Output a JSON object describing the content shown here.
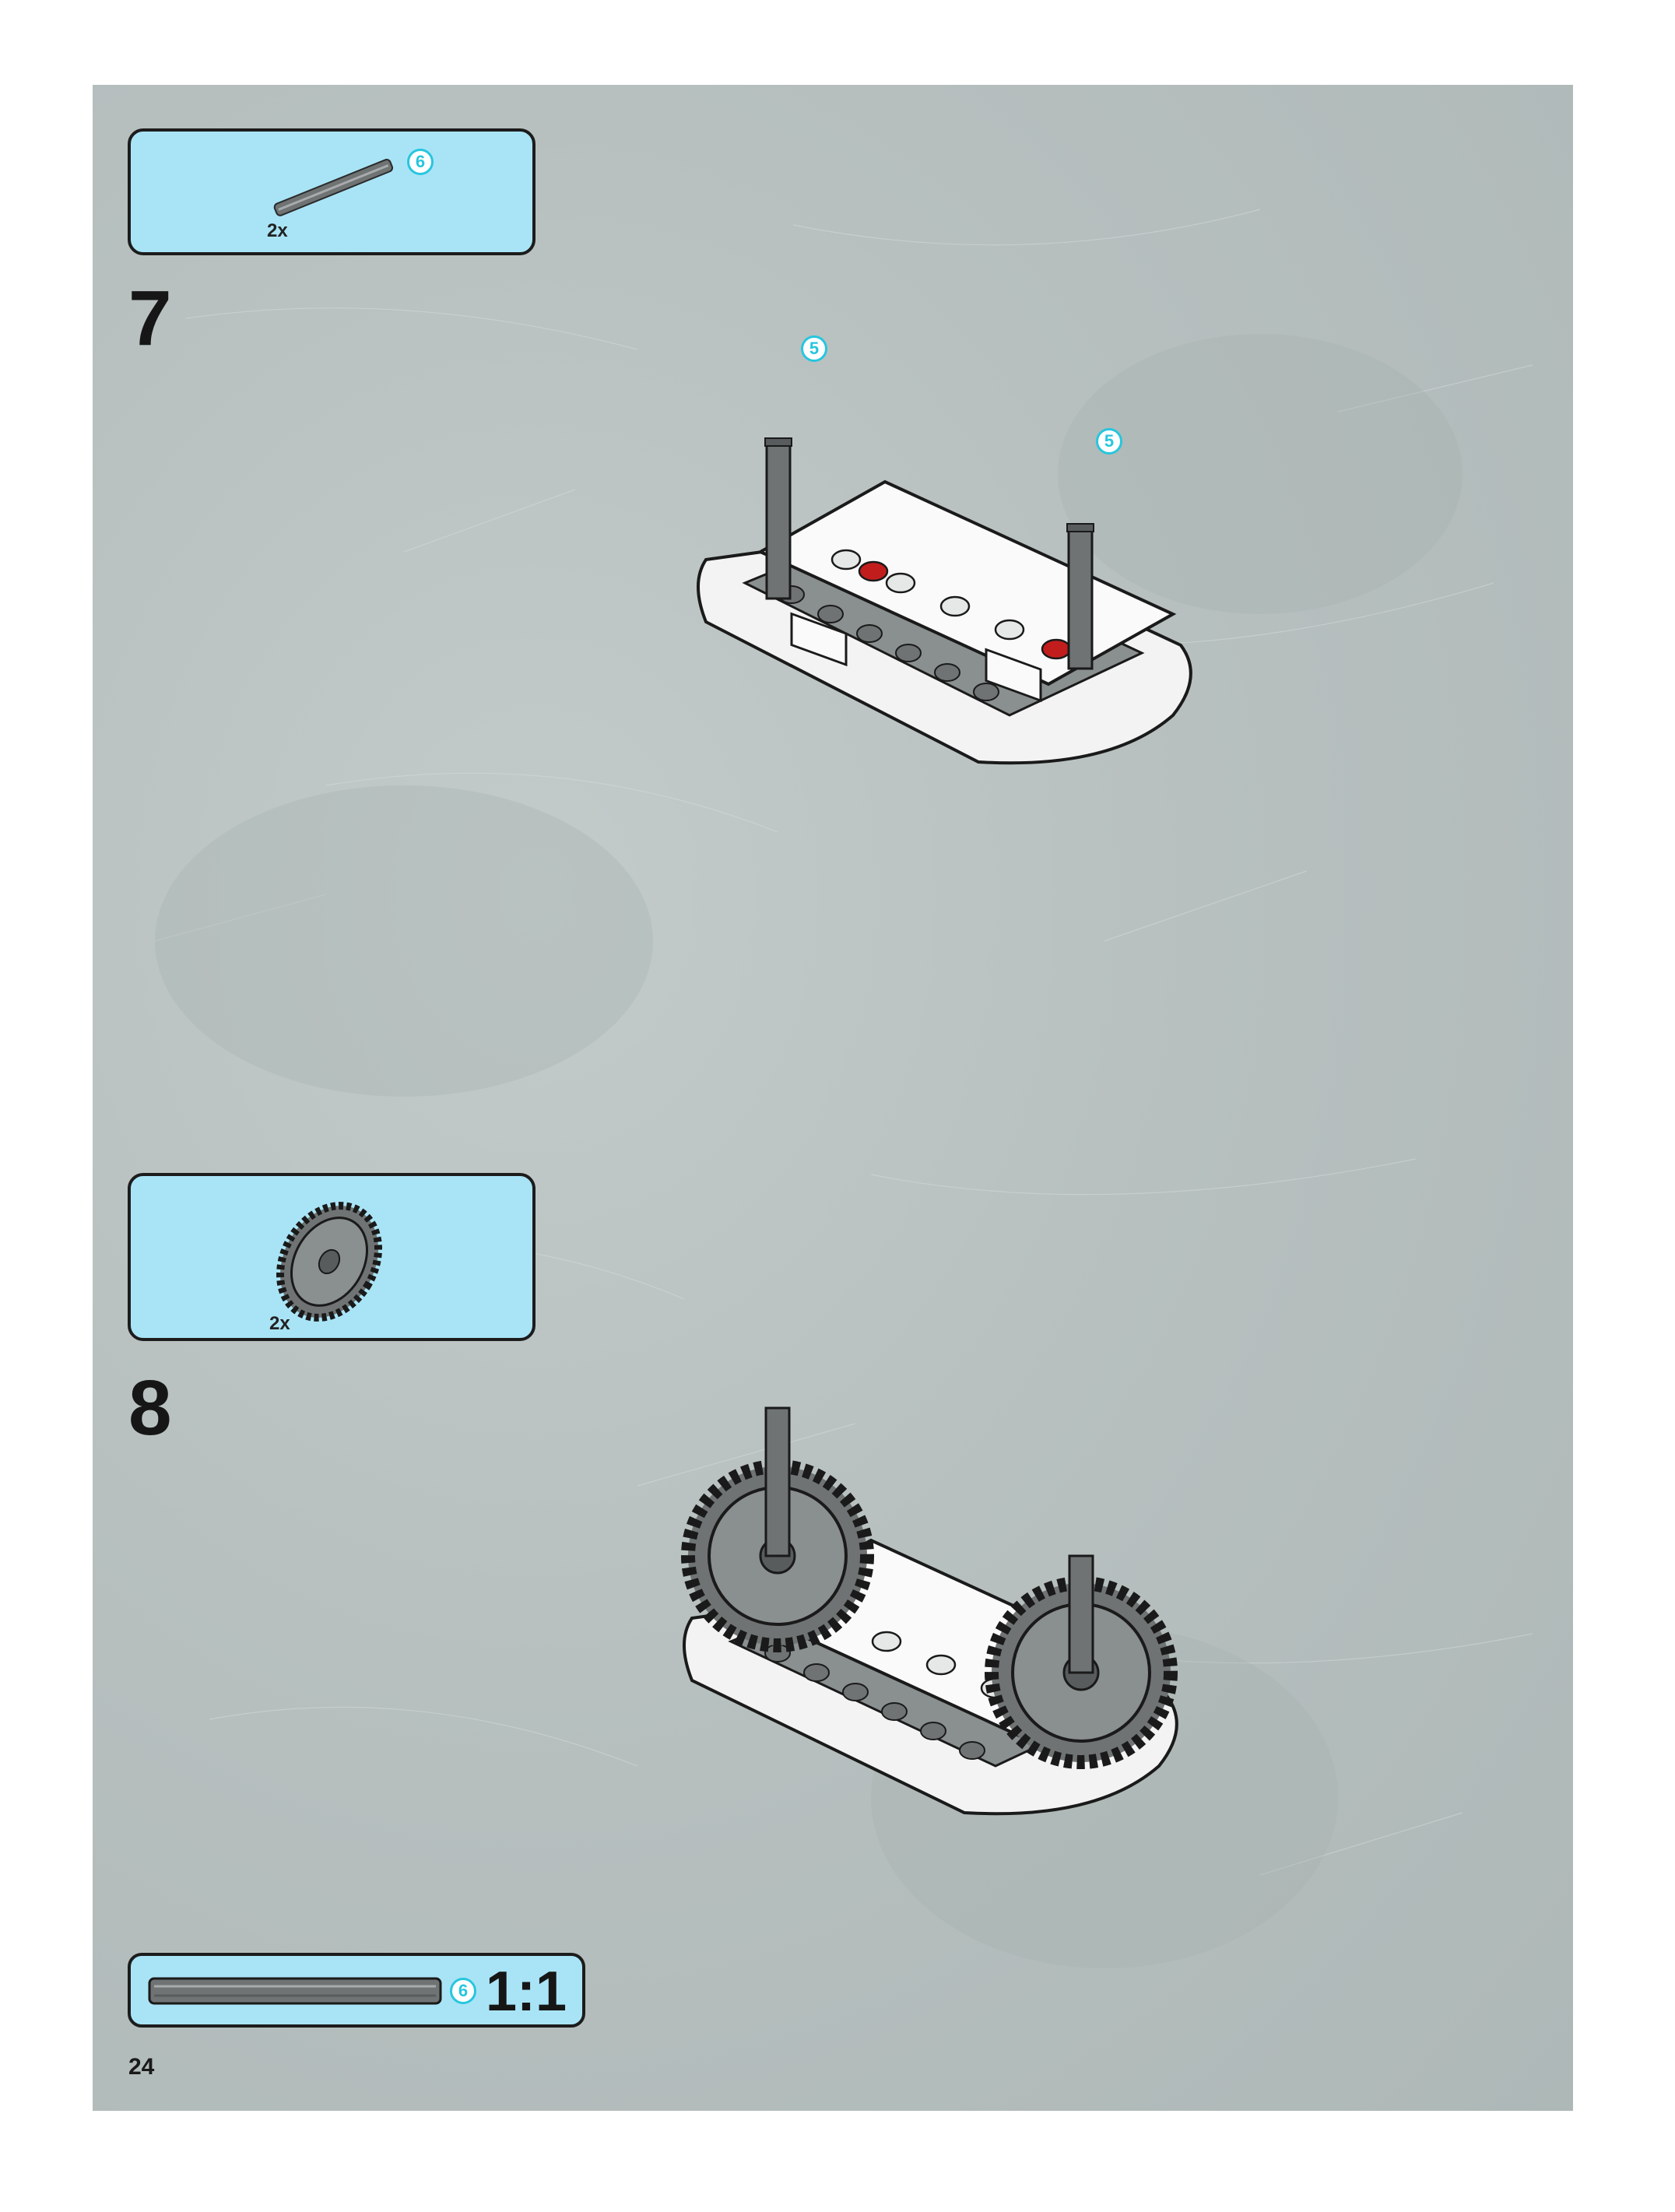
{
  "page_number": "24",
  "steps": [
    {
      "number": "7",
      "parts": [
        {
          "part": "axle",
          "quantity": "2x",
          "length_badge": "6"
        }
      ],
      "model_badges": [
        "5",
        "5"
      ]
    },
    {
      "number": "8",
      "parts": [
        {
          "part": "gear",
          "quantity": "2x"
        }
      ]
    }
  ],
  "scale_reference": {
    "part": "axle",
    "length_badge": "6",
    "ratio": "1:1"
  },
  "colors": {
    "page_background": "#b7c0bf",
    "parts_box": "#a9e4f6",
    "badge": "#27c6de",
    "part_dark": "#6f7373",
    "part_white": "#f3f3f3",
    "accent_red": "#c21d1d"
  }
}
